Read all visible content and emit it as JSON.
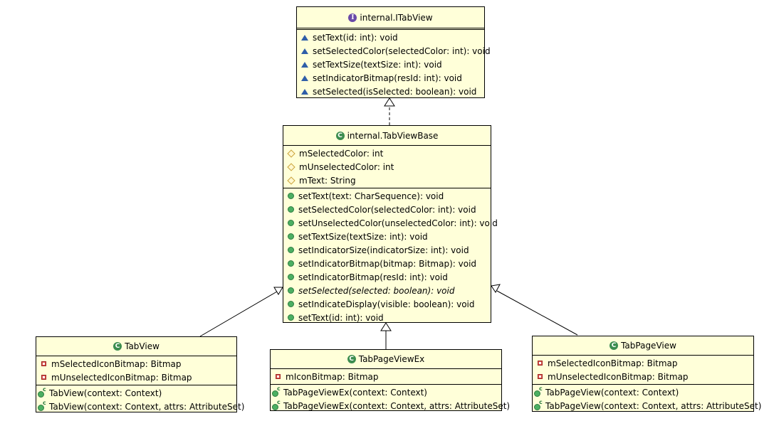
{
  "diagram": {
    "type": "UML class diagram",
    "classes": {
      "itabview": {
        "name": "internal.ITabView",
        "kind": "interface",
        "icon": "interface-icon",
        "attributes": [],
        "methods": [
          {
            "icon": "abstract-method-icon",
            "text": "setText(id: int): void"
          },
          {
            "icon": "abstract-method-icon",
            "text": "setSelectedColor(selectedColor: int): void"
          },
          {
            "icon": "abstract-method-icon",
            "text": "setTextSize(textSize: int): void"
          },
          {
            "icon": "abstract-method-icon",
            "text": "setIndicatorBitmap(resId: int): void"
          },
          {
            "icon": "abstract-method-icon",
            "text": "setSelected(isSelected: boolean): void"
          }
        ]
      },
      "tabviewbase": {
        "name": "internal.TabViewBase",
        "kind": "class",
        "icon": "class-icon",
        "attributes": [
          {
            "icon": "protected-field-icon",
            "text": "mSelectedColor: int"
          },
          {
            "icon": "protected-field-icon",
            "text": "mUnselectedColor: int"
          },
          {
            "icon": "protected-field-icon",
            "text": "mText: String"
          }
        ],
        "methods": [
          {
            "icon": "public-method-icon",
            "text": "setText(text: CharSequence): void",
            "italic": false
          },
          {
            "icon": "public-method-icon",
            "text": "setSelectedColor(selectedColor: int): void",
            "italic": false
          },
          {
            "icon": "public-method-icon",
            "text": "setUnselectedColor(unselectedColor: int): void",
            "italic": false
          },
          {
            "icon": "public-method-icon",
            "text": "setTextSize(textSize: int): void",
            "italic": false
          },
          {
            "icon": "public-method-icon",
            "text": "setIndicatorSize(indicatorSize: int): void",
            "italic": false
          },
          {
            "icon": "public-method-icon",
            "text": "setIndicatorBitmap(bitmap: Bitmap): void",
            "italic": false
          },
          {
            "icon": "public-method-icon",
            "text": "setIndicatorBitmap(resId: int): void",
            "italic": false
          },
          {
            "icon": "public-method-icon",
            "text": "setSelected(selected: boolean): void",
            "italic": true
          },
          {
            "icon": "public-method-icon",
            "text": "setIndicateDisplay(visible: boolean): void",
            "italic": false
          },
          {
            "icon": "public-method-icon",
            "text": "setText(id: int): void",
            "italic": false
          }
        ]
      },
      "tabview": {
        "name": "TabView",
        "kind": "class",
        "icon": "class-icon",
        "attributes": [
          {
            "icon": "private-field-icon",
            "text": "mSelectedIconBitmap: Bitmap"
          },
          {
            "icon": "private-field-icon",
            "text": "mUnselectedIconBitmap: Bitmap"
          }
        ],
        "methods": [
          {
            "icon": "constructor-icon",
            "text": "TabView(context: Context)"
          },
          {
            "icon": "constructor-icon",
            "text": "TabView(context: Context, attrs: AttributeSet)"
          }
        ]
      },
      "tabpageviewex": {
        "name": "TabPageViewEx",
        "kind": "class",
        "icon": "class-icon",
        "attributes": [
          {
            "icon": "private-field-icon",
            "text": "mIconBitmap: Bitmap"
          }
        ],
        "methods": [
          {
            "icon": "constructor-icon",
            "text": "TabPageViewEx(context: Context)"
          },
          {
            "icon": "constructor-icon",
            "text": "TabPageViewEx(context: Context, attrs: AttributeSet)"
          }
        ]
      },
      "tabpageview": {
        "name": "TabPageView",
        "kind": "class",
        "icon": "class-icon",
        "attributes": [
          {
            "icon": "private-field-icon",
            "text": "mSelectedIconBitmap: Bitmap"
          },
          {
            "icon": "private-field-icon",
            "text": "mUnselectedIconBitmap: Bitmap"
          }
        ],
        "methods": [
          {
            "icon": "constructor-icon",
            "text": "TabPageView(context: Context)"
          },
          {
            "icon": "constructor-icon",
            "text": "TabPageView(context: Context, attrs: AttributeSet)"
          }
        ]
      }
    },
    "relations": [
      {
        "from": "tabviewbase",
        "to": "itabview",
        "type": "realization"
      },
      {
        "from": "tabview",
        "to": "tabviewbase",
        "type": "generalization"
      },
      {
        "from": "tabpageviewex",
        "to": "tabviewbase",
        "type": "generalization"
      },
      {
        "from": "tabpageview",
        "to": "tabviewbase",
        "type": "generalization"
      }
    ],
    "icon_glyphs": {
      "interface": "I",
      "class": "C"
    }
  }
}
